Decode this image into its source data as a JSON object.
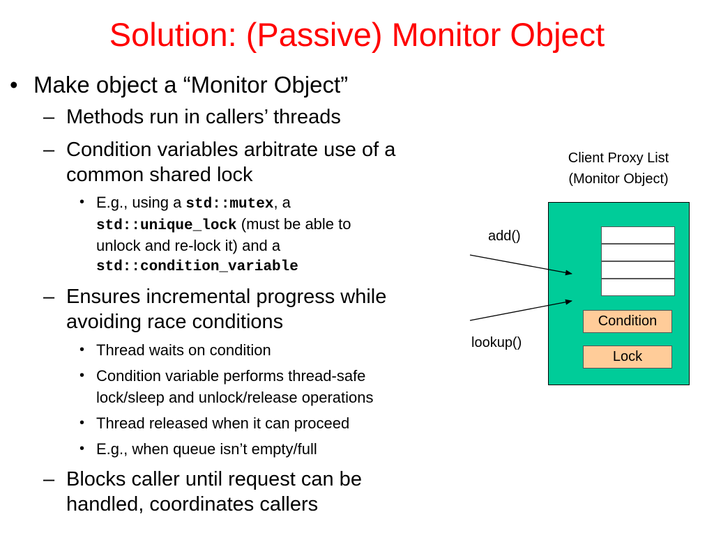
{
  "title": "Solution: (Passive) Monitor Object",
  "bullet1": {
    "marker": "•",
    "text": "Make object a “Monitor Object”"
  },
  "dash_marker": "–",
  "sub_marker": "•",
  "dash1": "Methods run in callers’ threads",
  "dash2": {
    "line1": "Condition variables arbitrate use of a",
    "line2": "common shared lock"
  },
  "eg1": {
    "line1_pre": "E.g., using a ",
    "mutex": "std::mutex",
    "line1_post": ", a",
    "unique_lock": "std::unique_lock",
    "line2_post": " (must be able to",
    "line3": "unlock and re-lock it) and a",
    "condvar": "std::condition_variable"
  },
  "dash3": {
    "line1": "Ensures incremental progress while",
    "line2": "avoiding race conditions"
  },
  "subs3": [
    "Thread waits on condition",
    "Condition variable performs thread-safe",
    "lock/sleep and unlock/release operations",
    "Thread released when it can proceed",
    "E.g., when queue isn’t empty/full"
  ],
  "dash4": {
    "line1": "Blocks caller until request can be",
    "line2": "handled, coordinates callers"
  },
  "diagram": {
    "caption_line1": "Client Proxy List",
    "caption_line2": "(Monitor Object)",
    "add_label": "add()",
    "lookup_label": "lookup()",
    "condition_label": "Condition",
    "lock_label": "Lock",
    "object_color": "#00cc99",
    "box_color": "#ffcc99",
    "title_color": "#ff0000"
  }
}
